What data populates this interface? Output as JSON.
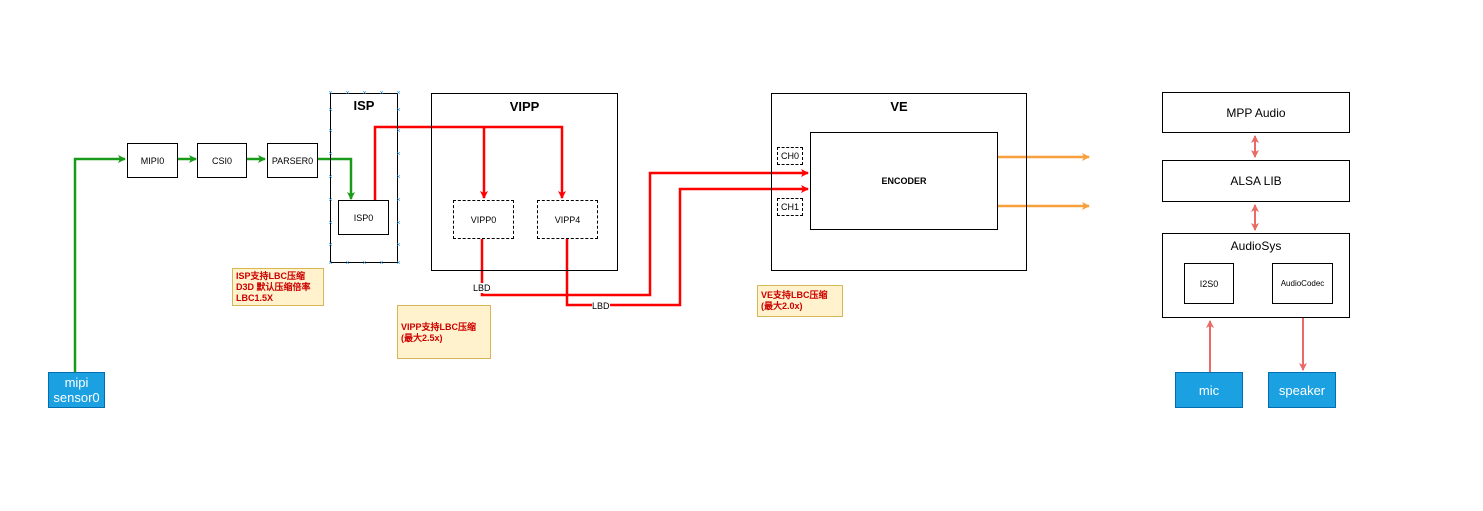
{
  "blocks": {
    "mipi0": "MIPI0",
    "csi0": "CSI0",
    "parser0": "PARSER0",
    "isp_title": "ISP",
    "isp0": "ISP0",
    "vipp_title": "VIPP",
    "vipp0": "VIPP0",
    "vipp4": "VIPP4",
    "ve_title": "VE",
    "encoder": "ENCODER",
    "ch0": "CH0",
    "ch1": "CH1",
    "mpp_audio": "MPP Audio",
    "alsa_lib": "ALSA LIB",
    "audiosys": "AudioSys",
    "i2s0": "I2S0",
    "audiocodec": "AudioCodec"
  },
  "sources": {
    "mipi_sensor0": "mipi\nsensor0",
    "mic": "mic",
    "speaker": "speaker"
  },
  "notes": {
    "isp_note": "ISP支持LBC压缩\nD3D 默认压缩倍率\nLBC1.5X",
    "vipp_note": "VIPP支持LBC压缩\n(最大2.5x)",
    "ve_note": "VE支持LBC压缩\n(最大2.0x)"
  },
  "edge_labels": {
    "lbd_1": "LBD",
    "lbd_2": "LBD"
  },
  "colors": {
    "green_flow": "#1a9a1a",
    "red_flow": "#ff0000",
    "orange_out": "#f7a03c",
    "audio_link": "#ea6b66",
    "blue_source": "#1ba1e2",
    "note_fill": "#fff2cc"
  }
}
